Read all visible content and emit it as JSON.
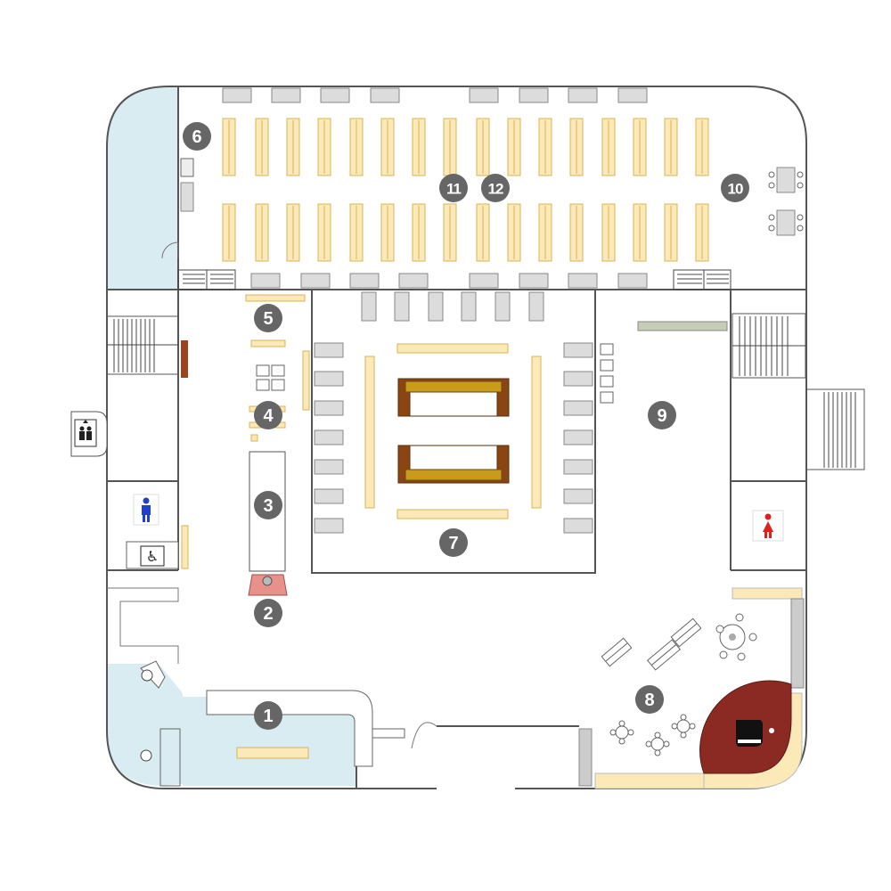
{
  "map": {
    "markers": [
      {
        "id": "1",
        "label": "1"
      },
      {
        "id": "2",
        "label": "2"
      },
      {
        "id": "3",
        "label": "3"
      },
      {
        "id": "4",
        "label": "4"
      },
      {
        "id": "5",
        "label": "5"
      },
      {
        "id": "6",
        "label": "6"
      },
      {
        "id": "7",
        "label": "7"
      },
      {
        "id": "8",
        "label": "8"
      },
      {
        "id": "9",
        "label": "9"
      },
      {
        "id": "10",
        "label": "10"
      },
      {
        "id": "11",
        "label": "11"
      },
      {
        "id": "12",
        "label": "12"
      }
    ],
    "icons": {
      "elevator": "elevator-icon",
      "mens_restroom": "mens-restroom-icon",
      "womens_restroom": "womens-restroom-icon",
      "accessible": "wheelchair-icon",
      "piano": "piano-icon"
    },
    "colors": {
      "water_area": "#d8ecf2",
      "shelf": "#fbe9b7",
      "stage": "#8b2a22",
      "marker": "#666666",
      "mens": "#1f3fd0",
      "womens": "#e02020"
    }
  }
}
